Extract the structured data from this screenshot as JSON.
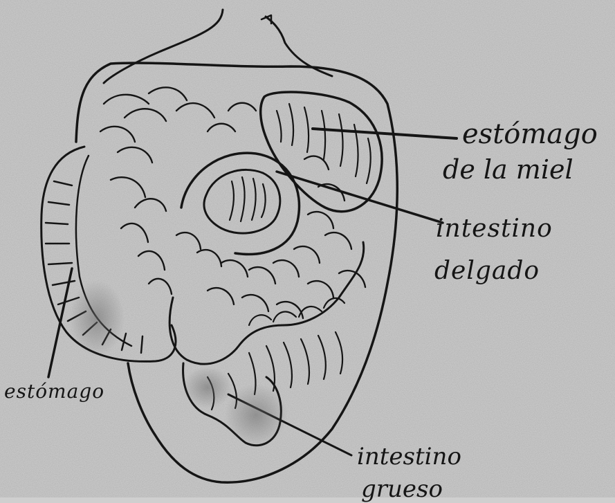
{
  "labels": {
    "honey_stomach": {
      "line1": "estómago",
      "line2": "de la miel"
    },
    "small_intestine": {
      "line1": "intestino",
      "line2": "delgado"
    },
    "stomach": "estómago",
    "large_intestine": {
      "line1": "intestino",
      "line2": "grueso"
    }
  },
  "colors": {
    "paper": "#cfcfcf",
    "ink": "#151515",
    "shade": "#7a7a7a"
  }
}
